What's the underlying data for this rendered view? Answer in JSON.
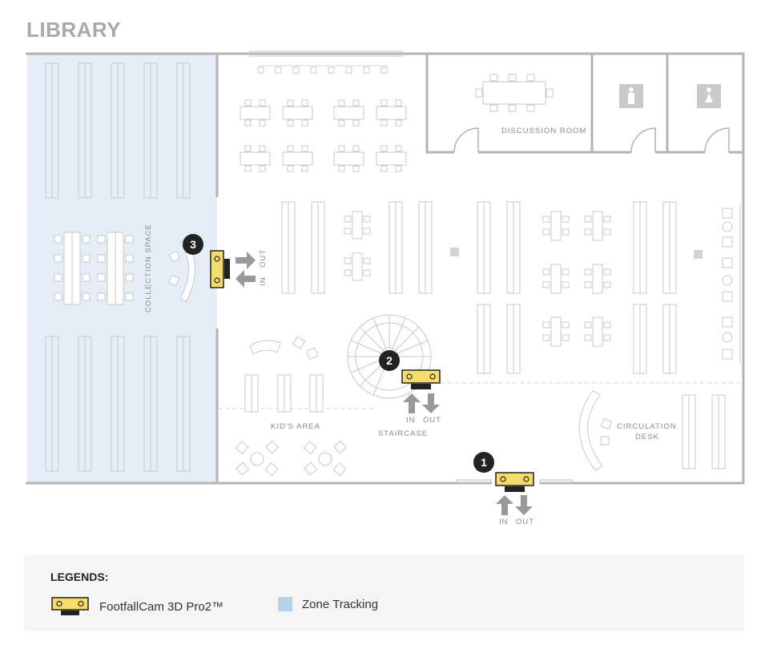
{
  "title": "LIBRARY",
  "rooms": {
    "collection_space": "COLLECTION SPACE",
    "discussion_room": "DISCUSSION ROOM",
    "kids_area": "KID'S AREA",
    "staircase": "STAIRCASE",
    "circulation_line1": "CIRCULATION",
    "circulation_line2": "DESK"
  },
  "cameras": [
    {
      "number": "1",
      "in_label": "IN",
      "out_label": "OUT"
    },
    {
      "number": "2",
      "in_label": "IN",
      "out_label": "OUT"
    },
    {
      "number": "3",
      "in_label": "IN",
      "out_label": "OUT"
    }
  ],
  "legend": {
    "title": "LEGENDS:",
    "camera_label": "FootfallCam 3D Pro2™",
    "zone_label": "Zone Tracking"
  },
  "colors": {
    "zone": "#e5eef7",
    "zone_legend": "#b5d2e8",
    "camera": "#f5dc6b",
    "wall": "#b3b3b3",
    "furniture": "#c8c8c8"
  }
}
